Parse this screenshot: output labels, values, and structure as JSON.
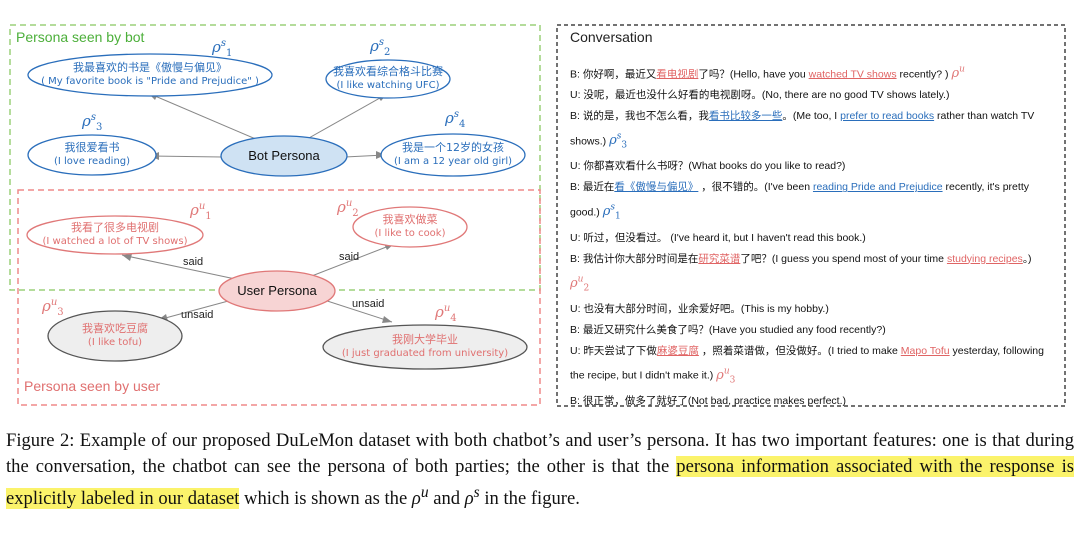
{
  "left_panel": {
    "bot_box_title": "Persona seen by bot",
    "user_box_title": "Persona seen by user",
    "bot_center": "Bot Persona",
    "user_center": "User Persona",
    "bot_personas": [
      {
        "zh": "我最喜欢的书是《傲慢与偏见》",
        "en": "( My favorite book is \"Pride and Prejudice\" )",
        "label": "1"
      },
      {
        "zh": "我喜欢看综合格斗比赛",
        "en": "(I like watching UFC)",
        "label": "2"
      },
      {
        "zh": "我很爱看书",
        "en": "(I love reading)",
        "label": "3"
      },
      {
        "zh": "我是一个12岁的女孩",
        "en": "(I am a 12 year old girl)",
        "label": "4"
      }
    ],
    "user_personas": [
      {
        "zh": "我看了很多电视剧",
        "en": "(I watched a lot of TV shows)",
        "label": "1"
      },
      {
        "zh": "我喜欢做菜",
        "en": "(I like to cook)",
        "label": "2"
      },
      {
        "zh": "我喜欢吃豆腐",
        "en": "(I like tofu)",
        "label": "3"
      },
      {
        "zh": "我刚大学毕业",
        "en": "(I just graduated from university)",
        "label": "4"
      }
    ],
    "edge_labels": {
      "said_left": "said",
      "said_right": "said",
      "unsaid_left": "unsaid",
      "unsaid_right": "unsaid"
    },
    "rho": "ρ",
    "sys_sup": "s",
    "user_sup": "u"
  },
  "conversation": {
    "title": "Conversation",
    "turns": [
      {
        "spk": "B:",
        "parts": [
          [
            "t",
            "你好啊，最近又"
          ],
          [
            "r",
            "看电视剧"
          ],
          [
            "t",
            "了吗？(Hello, have you "
          ],
          [
            "r",
            "watched TV shows"
          ],
          [
            "t",
            " recently? ) "
          ]
        ],
        "tag": [
          "u",
          ""
        ]
      },
      {
        "spk": "U:",
        "parts": [
          [
            "t",
            "没呢，最近也没什么好看的电视剧呀。(No, there are no good TV shows lately.)"
          ]
        ]
      },
      {
        "spk": "B:",
        "parts": [
          [
            "t",
            "说的是，我也不怎么看，我"
          ],
          [
            "b",
            "看书比较多一些"
          ],
          [
            "t",
            "。(Me too, I "
          ],
          [
            "b",
            "prefer to read books"
          ],
          [
            "t",
            " rather than watch TV shows.) "
          ]
        ],
        "tag": [
          "s",
          "3"
        ]
      },
      {
        "spk": "U:",
        "parts": [
          [
            "t",
            "你都喜欢看什么书呀？(What books do you like to read?)"
          ]
        ]
      },
      {
        "spk": "B:",
        "parts": [
          [
            "t",
            "最近在"
          ],
          [
            "b",
            "看《傲慢与偏见》"
          ],
          [
            "t",
            " ，很不错的。(I've been "
          ],
          [
            "b",
            "reading Pride and Prejudice"
          ],
          [
            "t",
            " recently, it's pretty good.) "
          ]
        ],
        "tag": [
          "s",
          "1"
        ]
      },
      {
        "spk": "U:",
        "parts": [
          [
            "t",
            "听过，但没看过。 (I've heard it, but I haven't read this book.)"
          ]
        ]
      },
      {
        "spk": "B:",
        "parts": [
          [
            "t",
            "我估计你大部分时间是在"
          ],
          [
            "r",
            "研究菜谱"
          ],
          [
            "t",
            "了吧？(I guess you spend most of your time "
          ],
          [
            "r",
            "studying recipes"
          ],
          [
            "t",
            "。) "
          ]
        ],
        "tag": [
          "u",
          "2"
        ]
      },
      {
        "spk": "U:",
        "parts": [
          [
            "t",
            "也没有大部分时间，业余爱好吧。(This is my hobby.)"
          ]
        ]
      },
      {
        "spk": "B:",
        "parts": [
          [
            "t",
            "最近又研究什么美食了吗？(Have you studied any food recently?)"
          ]
        ]
      },
      {
        "spk": "U:",
        "parts": [
          [
            "t",
            "昨天尝试了下做"
          ],
          [
            "r",
            "麻婆豆腐"
          ],
          [
            "t",
            " ，照着菜谱做，但没做好。(I tried to make "
          ],
          [
            "r",
            "Mapo Tofu"
          ],
          [
            "t",
            " yesterday, following the recipe, but I didn't make it.) "
          ]
        ],
        "tag": [
          "u",
          "3"
        ]
      },
      {
        "spk": "B:",
        "parts": [
          [
            "t",
            "很正常，做多了就好了(Not bad, practice makes perfect.)"
          ]
        ]
      }
    ]
  },
  "caption": {
    "p1": "Figure 2: Example of our proposed DuLeMon dataset with both chatbot’s and user’s persona. It has two important features: one is that during the conversation, the chatbot can see the persona of both parties; the other is that the ",
    "highlight": "persona information associated with the response is explicitly labeled in our dataset",
    "p2": " which is shown as the ",
    "rho_u": "ρ",
    "sup_u": "u",
    "p3": " and ",
    "rho_s": "ρ",
    "sup_s": "s",
    "p4": " in the figure."
  },
  "colors": {
    "bot_blue": "#2a6ebb",
    "user_red": "#e07878",
    "bot_dash": "#9bd07a",
    "user_dash": "#ef8a8a",
    "bot_fill": "#cfe2f3",
    "user_fill": "#f7d4d4",
    "gray_fill": "#eeeeee",
    "highlight": "#fbf36b"
  }
}
